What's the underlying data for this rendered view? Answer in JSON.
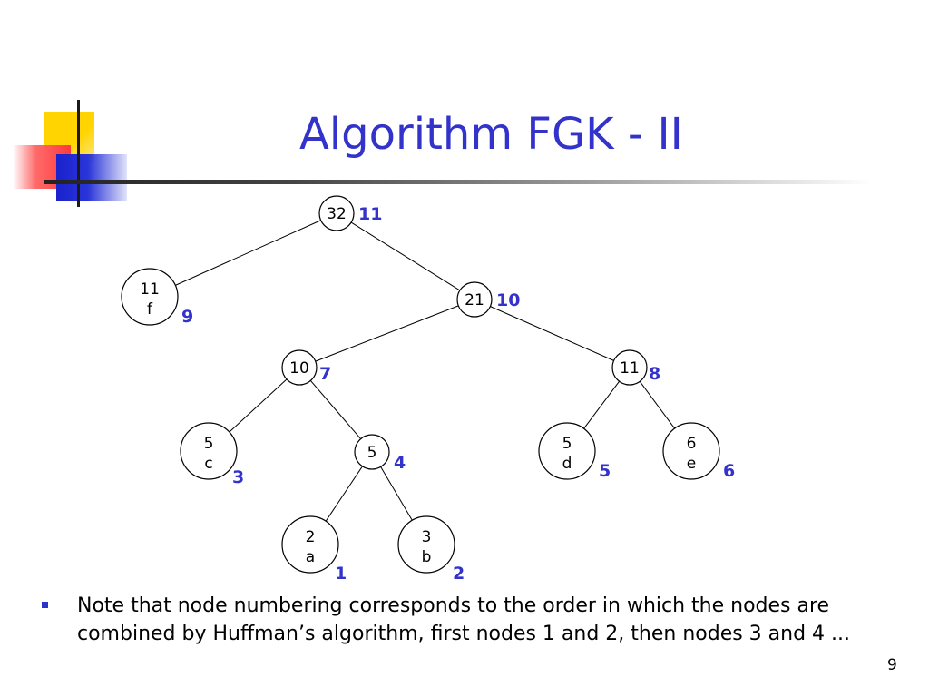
{
  "slide": {
    "title": "Algorithm FGK - II",
    "note": "Note that node numbering corresponds to the order in which the nodes are combined by Huffman’s algorithm, first nodes 1 and 2, then nodes 3 and 4 ...",
    "page_number": "9"
  },
  "colors": {
    "title": "#3333cc",
    "order_label": "#3333cc",
    "bullet": "#2a35c8"
  },
  "tree": {
    "nodes": [
      {
        "id": "n32",
        "weight": "32",
        "symbol": "",
        "order": "11"
      },
      {
        "id": "n11f",
        "weight": "11",
        "symbol": "f",
        "order": "9"
      },
      {
        "id": "n21",
        "weight": "21",
        "symbol": "",
        "order": "10"
      },
      {
        "id": "n10",
        "weight": "10",
        "symbol": "",
        "order": "7"
      },
      {
        "id": "n11",
        "weight": "11",
        "symbol": "",
        "order": "8"
      },
      {
        "id": "n5c",
        "weight": "5",
        "symbol": "c",
        "order": "3"
      },
      {
        "id": "n5",
        "weight": "5",
        "symbol": "",
        "order": "4"
      },
      {
        "id": "n5d",
        "weight": "5",
        "symbol": "d",
        "order": "5"
      },
      {
        "id": "n6e",
        "weight": "6",
        "symbol": "e",
        "order": "6"
      },
      {
        "id": "n2a",
        "weight": "2",
        "symbol": "a",
        "order": "1"
      },
      {
        "id": "n3b",
        "weight": "3",
        "symbol": "b",
        "order": "2"
      }
    ],
    "edges": [
      [
        "n32",
        "n11f"
      ],
      [
        "n32",
        "n21"
      ],
      [
        "n21",
        "n10"
      ],
      [
        "n21",
        "n11"
      ],
      [
        "n10",
        "n5c"
      ],
      [
        "n10",
        "n5"
      ],
      [
        "n11",
        "n5d"
      ],
      [
        "n11",
        "n6e"
      ],
      [
        "n5",
        "n2a"
      ],
      [
        "n5",
        "n3b"
      ]
    ]
  }
}
